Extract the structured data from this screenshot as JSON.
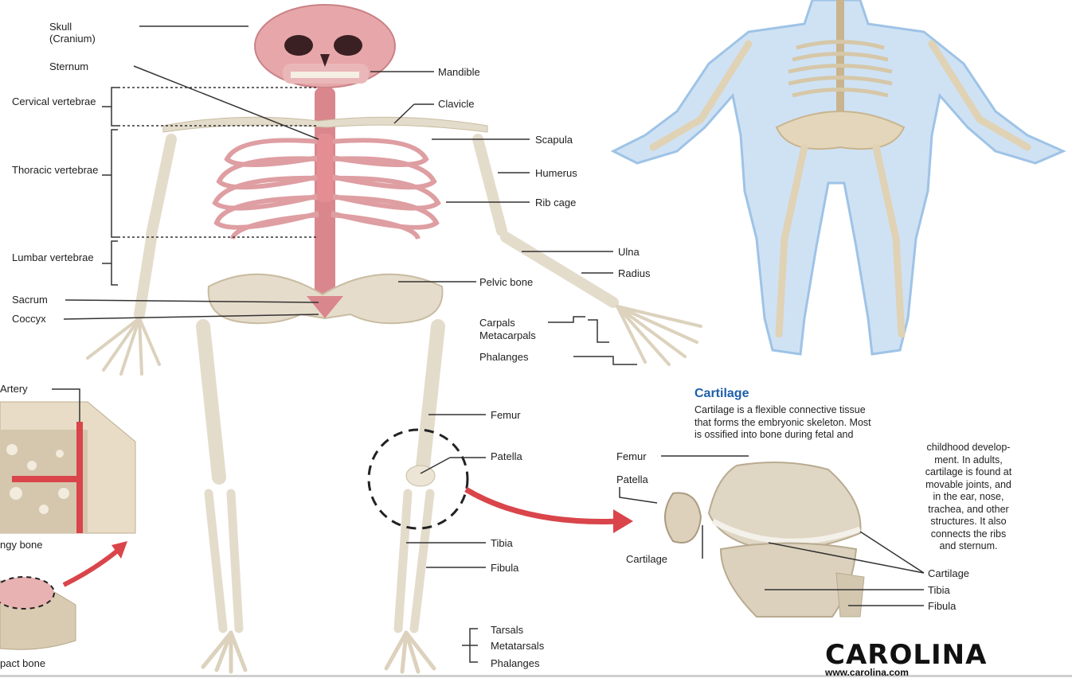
{
  "labels": {
    "skull": "Skull",
    "cranium": "(Cranium)",
    "sternum": "Sternum",
    "cervical": "Cervical vertebrae",
    "thoracic": "Thoracic vertebrae",
    "lumbar": "Lumbar vertebrae",
    "sacrum": "Sacrum",
    "coccyx": "Coccyx",
    "mandible": "Mandible",
    "clavicle": "Clavicle",
    "scapula": "Scapula",
    "humerus": "Humerus",
    "ribcage": "Rib cage",
    "ulna": "Ulna",
    "radius": "Radius",
    "pelvic": "Pelvic bone",
    "carpals": "Carpals",
    "metacarpals": "Metacarpals",
    "phalanges_hand": "Phalanges",
    "femur": "Femur",
    "patella": "Patella",
    "tibia": "Tibia",
    "fibula": "Fibula",
    "tarsals": "Tarsals",
    "metatarsals": "Metatarsals",
    "phalanges_foot": "Phalanges",
    "artery": "Artery",
    "spongy": "ngy bone",
    "compact": "pact bone"
  },
  "cartilage_inset": {
    "title": "Cartilage",
    "body_lines": [
      "Cartilage is a flexible connective tissue",
      "that forms the embryonic skeleton. Most",
      "is ossified into bone during fetal and"
    ],
    "body_right_lines": [
      "childhood develop-",
      "ment. In adults,",
      "cartilage is found at",
      "movable joints, and",
      "in the ear, nose,",
      "trachea, and other",
      "structures. It also",
      "connects the ribs",
      "and sternum."
    ],
    "knee_labels": {
      "femur": "Femur",
      "patella": "Patella",
      "cartilage_left": "Cartilage",
      "cartilage_right": "Cartilage",
      "tibia": "Tibia",
      "fibula": "Fibula"
    }
  },
  "branding": {
    "logo": "CAROLINA",
    "url": "www.carolina.com"
  },
  "colors": {
    "bone": "#e4dccb",
    "axial_pink": "#d9878c",
    "body_outline": "#bcd6ee",
    "accent_red": "#d9454a",
    "title_blue": "#1d5fa8"
  }
}
